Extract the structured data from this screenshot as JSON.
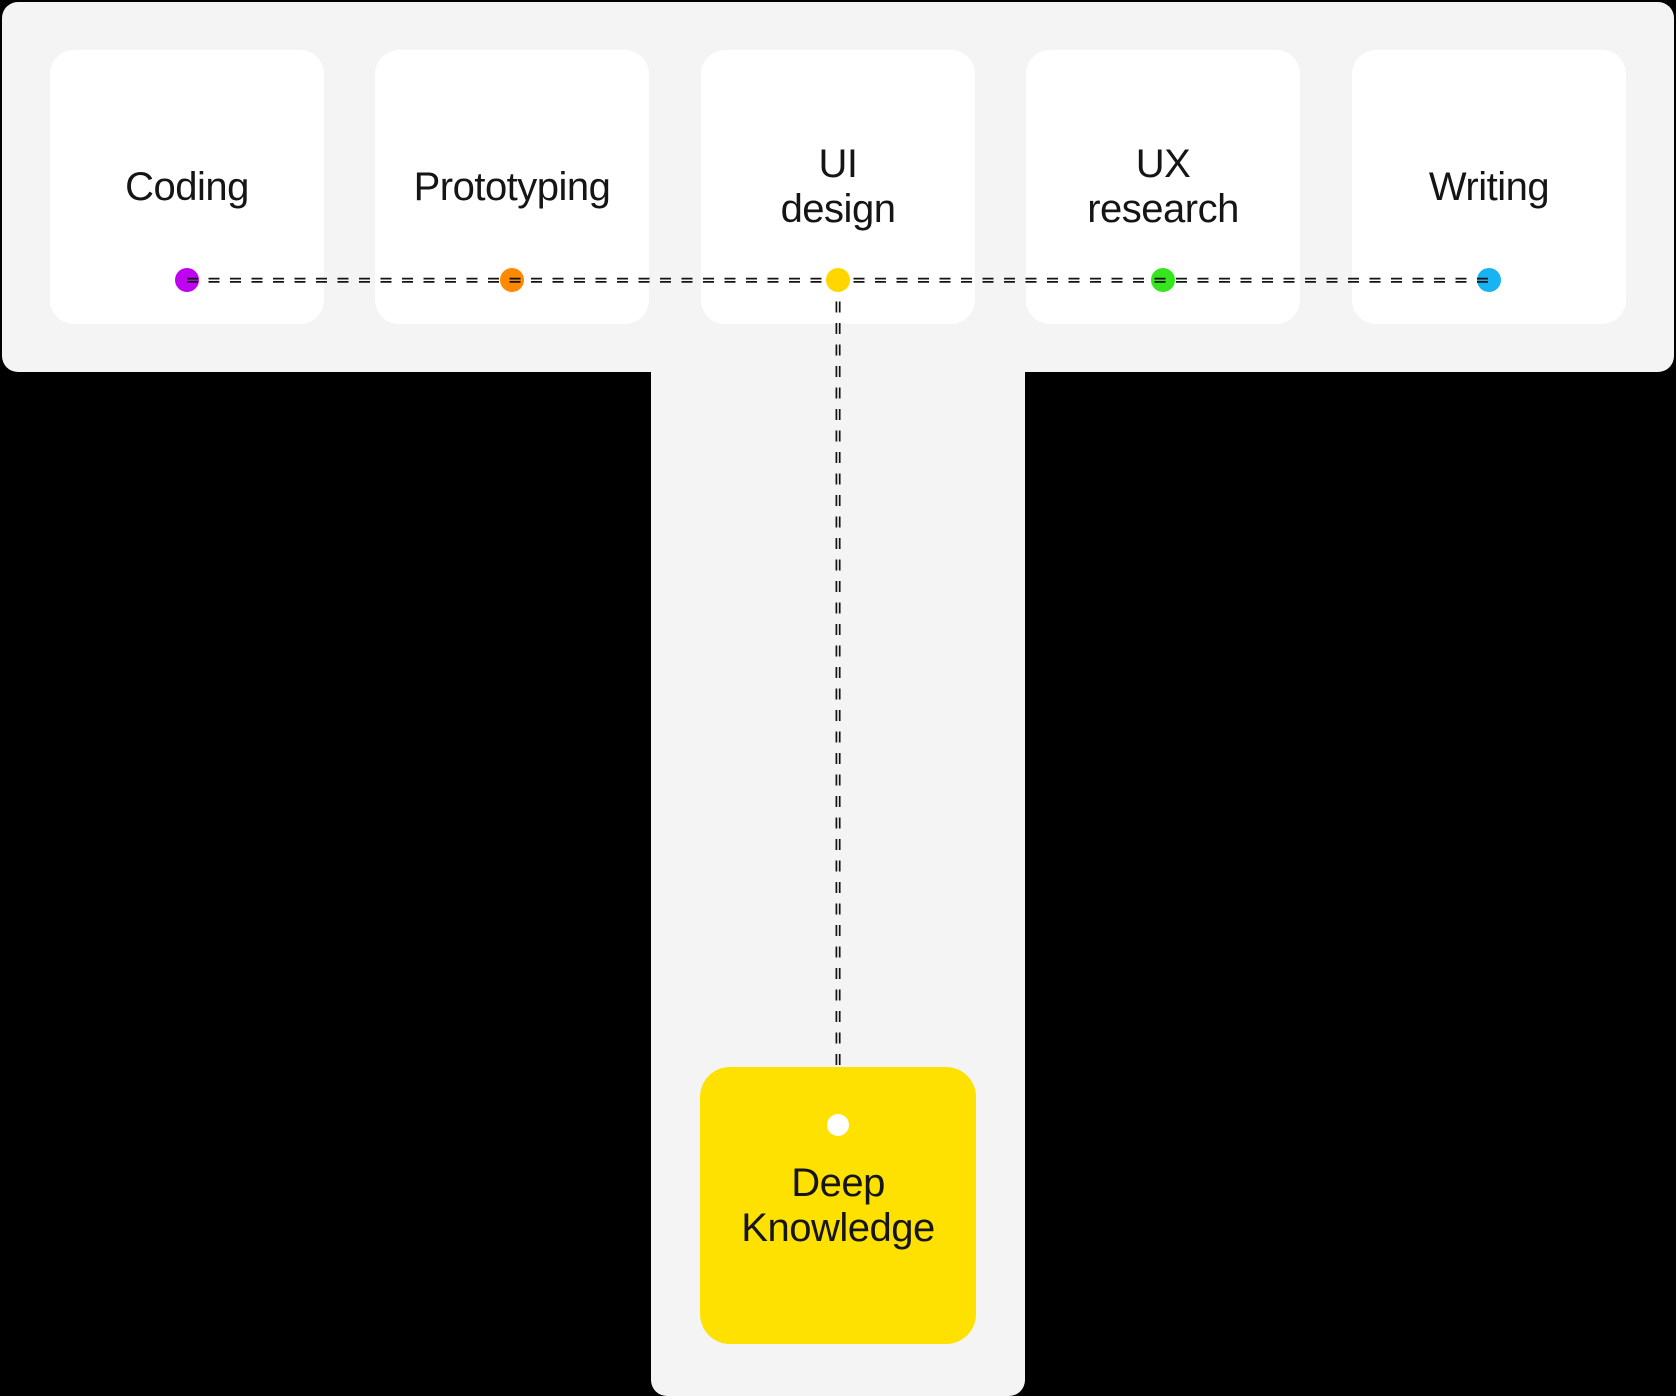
{
  "colors": {
    "page_bg": "#000000",
    "panel_bg": "#F4F4F5",
    "card_bg": "#FFFFFF",
    "text": "#151515",
    "connector": "#131313"
  },
  "skills": [
    {
      "text": "Coding",
      "dot_color": "#C000F0"
    },
    {
      "text": "Prototyping",
      "dot_color": "#FF8A00"
    },
    {
      "text": "UI\ndesign",
      "dot_color": "#FFD600"
    },
    {
      "text": "UX\nresearch",
      "dot_color": "#35E51E"
    },
    {
      "text": "Writing",
      "dot_color": "#18B3F2"
    }
  ],
  "deep_knowledge": {
    "text": "Deep\nKnowledge",
    "bg": "#FFE100",
    "dot_color": "#FFFFFF"
  }
}
